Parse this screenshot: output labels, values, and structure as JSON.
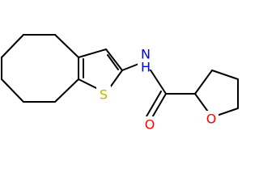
{
  "molecule": {
    "atoms": {
      "nh": {
        "text": "N",
        "sub": "H",
        "color": "#0000ff"
      },
      "s": {
        "text": "S",
        "color": "#b8b800"
      },
      "o_carbonyl": {
        "text": "O",
        "color": "#ff0000"
      },
      "o_ring": {
        "text": "O",
        "color": "#ff0000"
      }
    }
  }
}
